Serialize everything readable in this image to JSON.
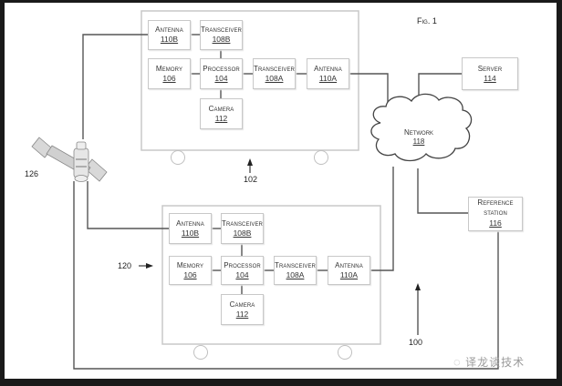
{
  "figure": {
    "title": "Fig. 1",
    "system_ref": "100"
  },
  "vehicle_top": {
    "ref": "102",
    "components": {
      "antenna_b": {
        "name": "Antenna",
        "ref": "110B"
      },
      "transceiver_b": {
        "name": "Transceiver",
        "ref": "108B"
      },
      "memory": {
        "name": "Memory",
        "ref": "106"
      },
      "processor": {
        "name": "Processor",
        "ref": "104"
      },
      "transceiver_a": {
        "name": "Transceiver",
        "ref": "108A"
      },
      "antenna_a": {
        "name": "Antenna",
        "ref": "110A"
      },
      "camera": {
        "name": "Camera",
        "ref": "112"
      }
    }
  },
  "vehicle_bottom": {
    "ref": "120",
    "components": {
      "antenna_b": {
        "name": "Antenna",
        "ref": "110B"
      },
      "transceiver_b": {
        "name": "Transceiver",
        "ref": "108B"
      },
      "memory": {
        "name": "Memory",
        "ref": "106"
      },
      "processor": {
        "name": "Processor",
        "ref": "104"
      },
      "transceiver_a": {
        "name": "Transceiver",
        "ref": "108A"
      },
      "antenna_a": {
        "name": "Antenna",
        "ref": "110A"
      },
      "camera": {
        "name": "Camera",
        "ref": "112"
      }
    }
  },
  "network": {
    "name": "Network",
    "ref": "118"
  },
  "server": {
    "name": "Server",
    "ref": "114"
  },
  "reference_station": {
    "name": "Reference",
    "name2": "station",
    "ref": "116"
  },
  "satellite": {
    "ref": "126"
  },
  "watermark": {
    "text": "译龙谈技术"
  }
}
